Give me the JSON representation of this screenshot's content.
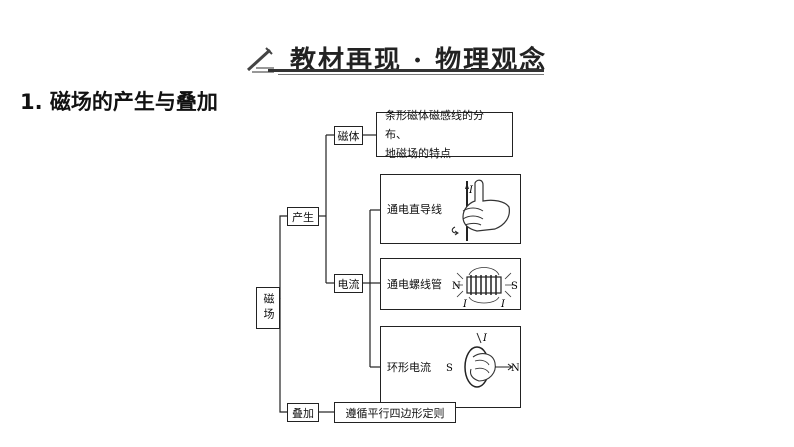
{
  "banner": {
    "title": "教材再现 · 物理观念"
  },
  "section": {
    "heading": "1. 磁场的产生与叠加"
  },
  "diagram": {
    "root": "磁场",
    "branches": {
      "produce": "产生",
      "magnet": "磁体",
      "magnet_note": [
        "条形磁体磁感线的分布、",
        "地磁场的特点"
      ],
      "current": "电流",
      "straight_wire": "通电直导线",
      "solenoid": "通电螺线管",
      "ring_current": "环形电流",
      "superpose": "叠加",
      "superpose_note": "遵循平行四边形定则"
    },
    "symbols": {
      "current": "I",
      "north": "N",
      "south": "S"
    }
  }
}
